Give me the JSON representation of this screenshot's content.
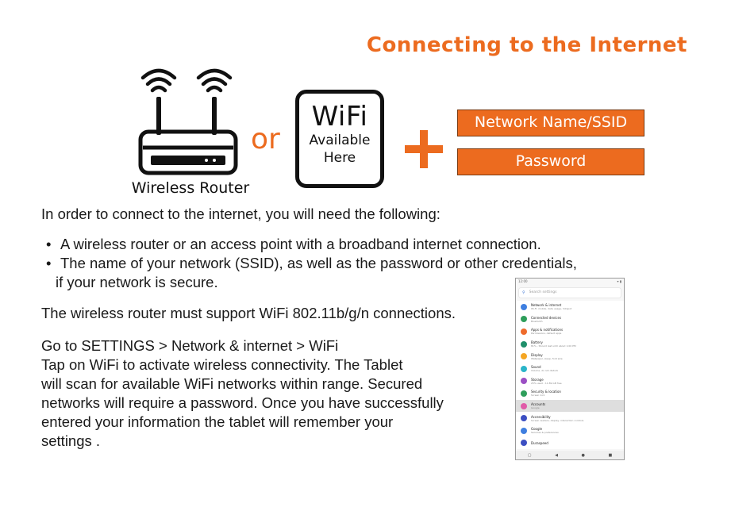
{
  "title": "Connecting to the Internet",
  "router_label": "Wireless Router",
  "or_label": "or",
  "wifi_card": {
    "line1": "WiFi",
    "line2": "Available",
    "line3": "Here"
  },
  "requirements": {
    "ssid": "Network Name/SSID",
    "password": "Password"
  },
  "intro": "In order to connect to the internet, you will need the following:",
  "bullets": [
    "A wireless router or an access point with a broadband internet connection.",
    "The name of your network (SSID), as well as the password or other credentials,",
    "if your network is secure."
  ],
  "support": "The wireless router must support WiFi 802.11b/g/n connections.",
  "steps": [
    "Go to SETTINGS > Network & internet > WiFi",
    "Tap on WiFi to activate wireless connectivity. The Tablet",
    "will scan for available WiFi networks within range. Secured",
    "networks will require a password. Once you have successfully",
    "entered your information the tablet will remember your",
    "settings ."
  ],
  "colors": {
    "accent": "#ec6b1f",
    "text": "#1a1a1a"
  },
  "tablet": {
    "status_time": "12:00",
    "status_icons": "▾ ▮",
    "search_placeholder": "Search settings",
    "items": [
      {
        "name": "Network & internet",
        "sub": "Wi-Fi, mobile, data usage, hotspot",
        "color": "#3f7fe0",
        "icon": "wifi-icon"
      },
      {
        "name": "Connected devices",
        "sub": "Bluetooth",
        "color": "#2e9e5b",
        "icon": "devices-icon"
      },
      {
        "name": "Apps & notifications",
        "sub": "Permissions, default apps",
        "color": "#ee6b2c",
        "icon": "apps-icon"
      },
      {
        "name": "Battery",
        "sub": "81% - Should last until about 1:00 PM",
        "color": "#1f8f6a",
        "icon": "battery-icon"
      },
      {
        "name": "Display",
        "sub": "Wallpaper, sleep, font size",
        "color": "#f5a623",
        "icon": "display-icon"
      },
      {
        "name": "Sound",
        "sub": "Volume, do not disturb",
        "color": "#2bb5c9",
        "icon": "sound-icon"
      },
      {
        "name": "Storage",
        "sub": "25% used - 11.89 GB free",
        "color": "#9b4fc4",
        "icon": "storage-icon"
      },
      {
        "name": "Security & location",
        "sub": "Screen lock",
        "color": "#2e9e5b",
        "icon": "lock-icon"
      },
      {
        "name": "Accounts",
        "sub": "Google",
        "color": "#e05aa8",
        "icon": "accounts-icon"
      },
      {
        "name": "Accessibility",
        "sub": "Screen readers, display, interaction controls",
        "color": "#3c4fc2",
        "icon": "accessibility-icon"
      },
      {
        "name": "Google",
        "sub": "Services & preferences",
        "color": "#3f7fe0",
        "icon": "google-icon"
      },
      {
        "name": "Duraspeed",
        "sub": "",
        "color": "#3c4fc2",
        "icon": "speed-icon"
      }
    ],
    "active_index": 8,
    "nav": [
      "▢",
      "◀",
      "●",
      "■"
    ]
  }
}
